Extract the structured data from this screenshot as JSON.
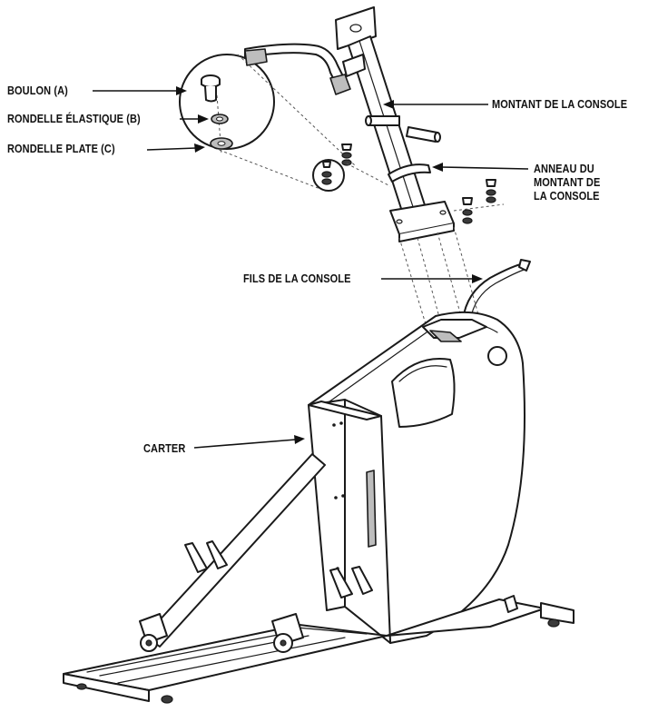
{
  "labels": {
    "bolt": "BOULON (A)",
    "spring_washer": "RONDELLE ÉLASTIQUE (B)",
    "flat_washer": "RONDELLE PLATE (C)",
    "console_mast": "MONTANT DE LA CONSOLE",
    "mast_ring_line1": "ANNEAU DU",
    "mast_ring_line2": "MONTANT DE",
    "mast_ring_line3": "LA CONSOLE",
    "console_wires": "FILS DE LA CONSOLE",
    "housing": "CARTER"
  }
}
